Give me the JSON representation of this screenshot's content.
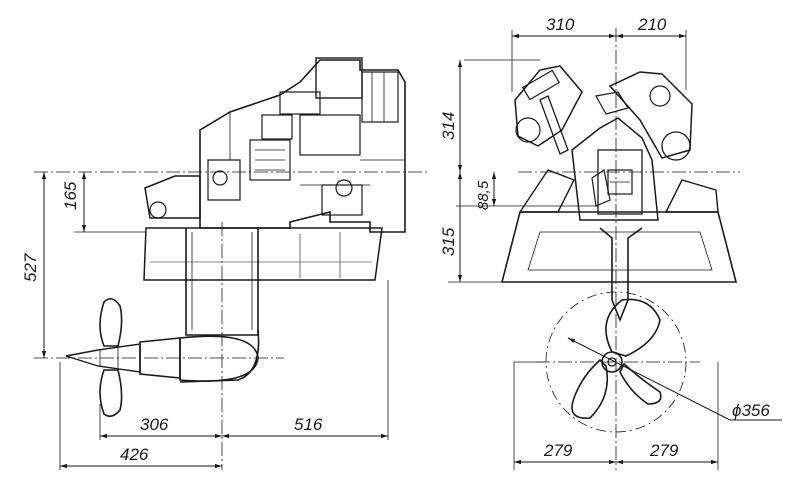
{
  "side_view": {
    "dim_165": "165",
    "dim_527": "527",
    "dim_306": "306",
    "dim_516": "516",
    "dim_426": "426"
  },
  "front_view": {
    "dim_310": "310",
    "dim_210": "210",
    "dim_314": "314",
    "dim_88_5": "88,5",
    "dim_315": "315",
    "dim_279_left": "279",
    "dim_279_right": "279",
    "dim_diameter": "ϕ356"
  }
}
